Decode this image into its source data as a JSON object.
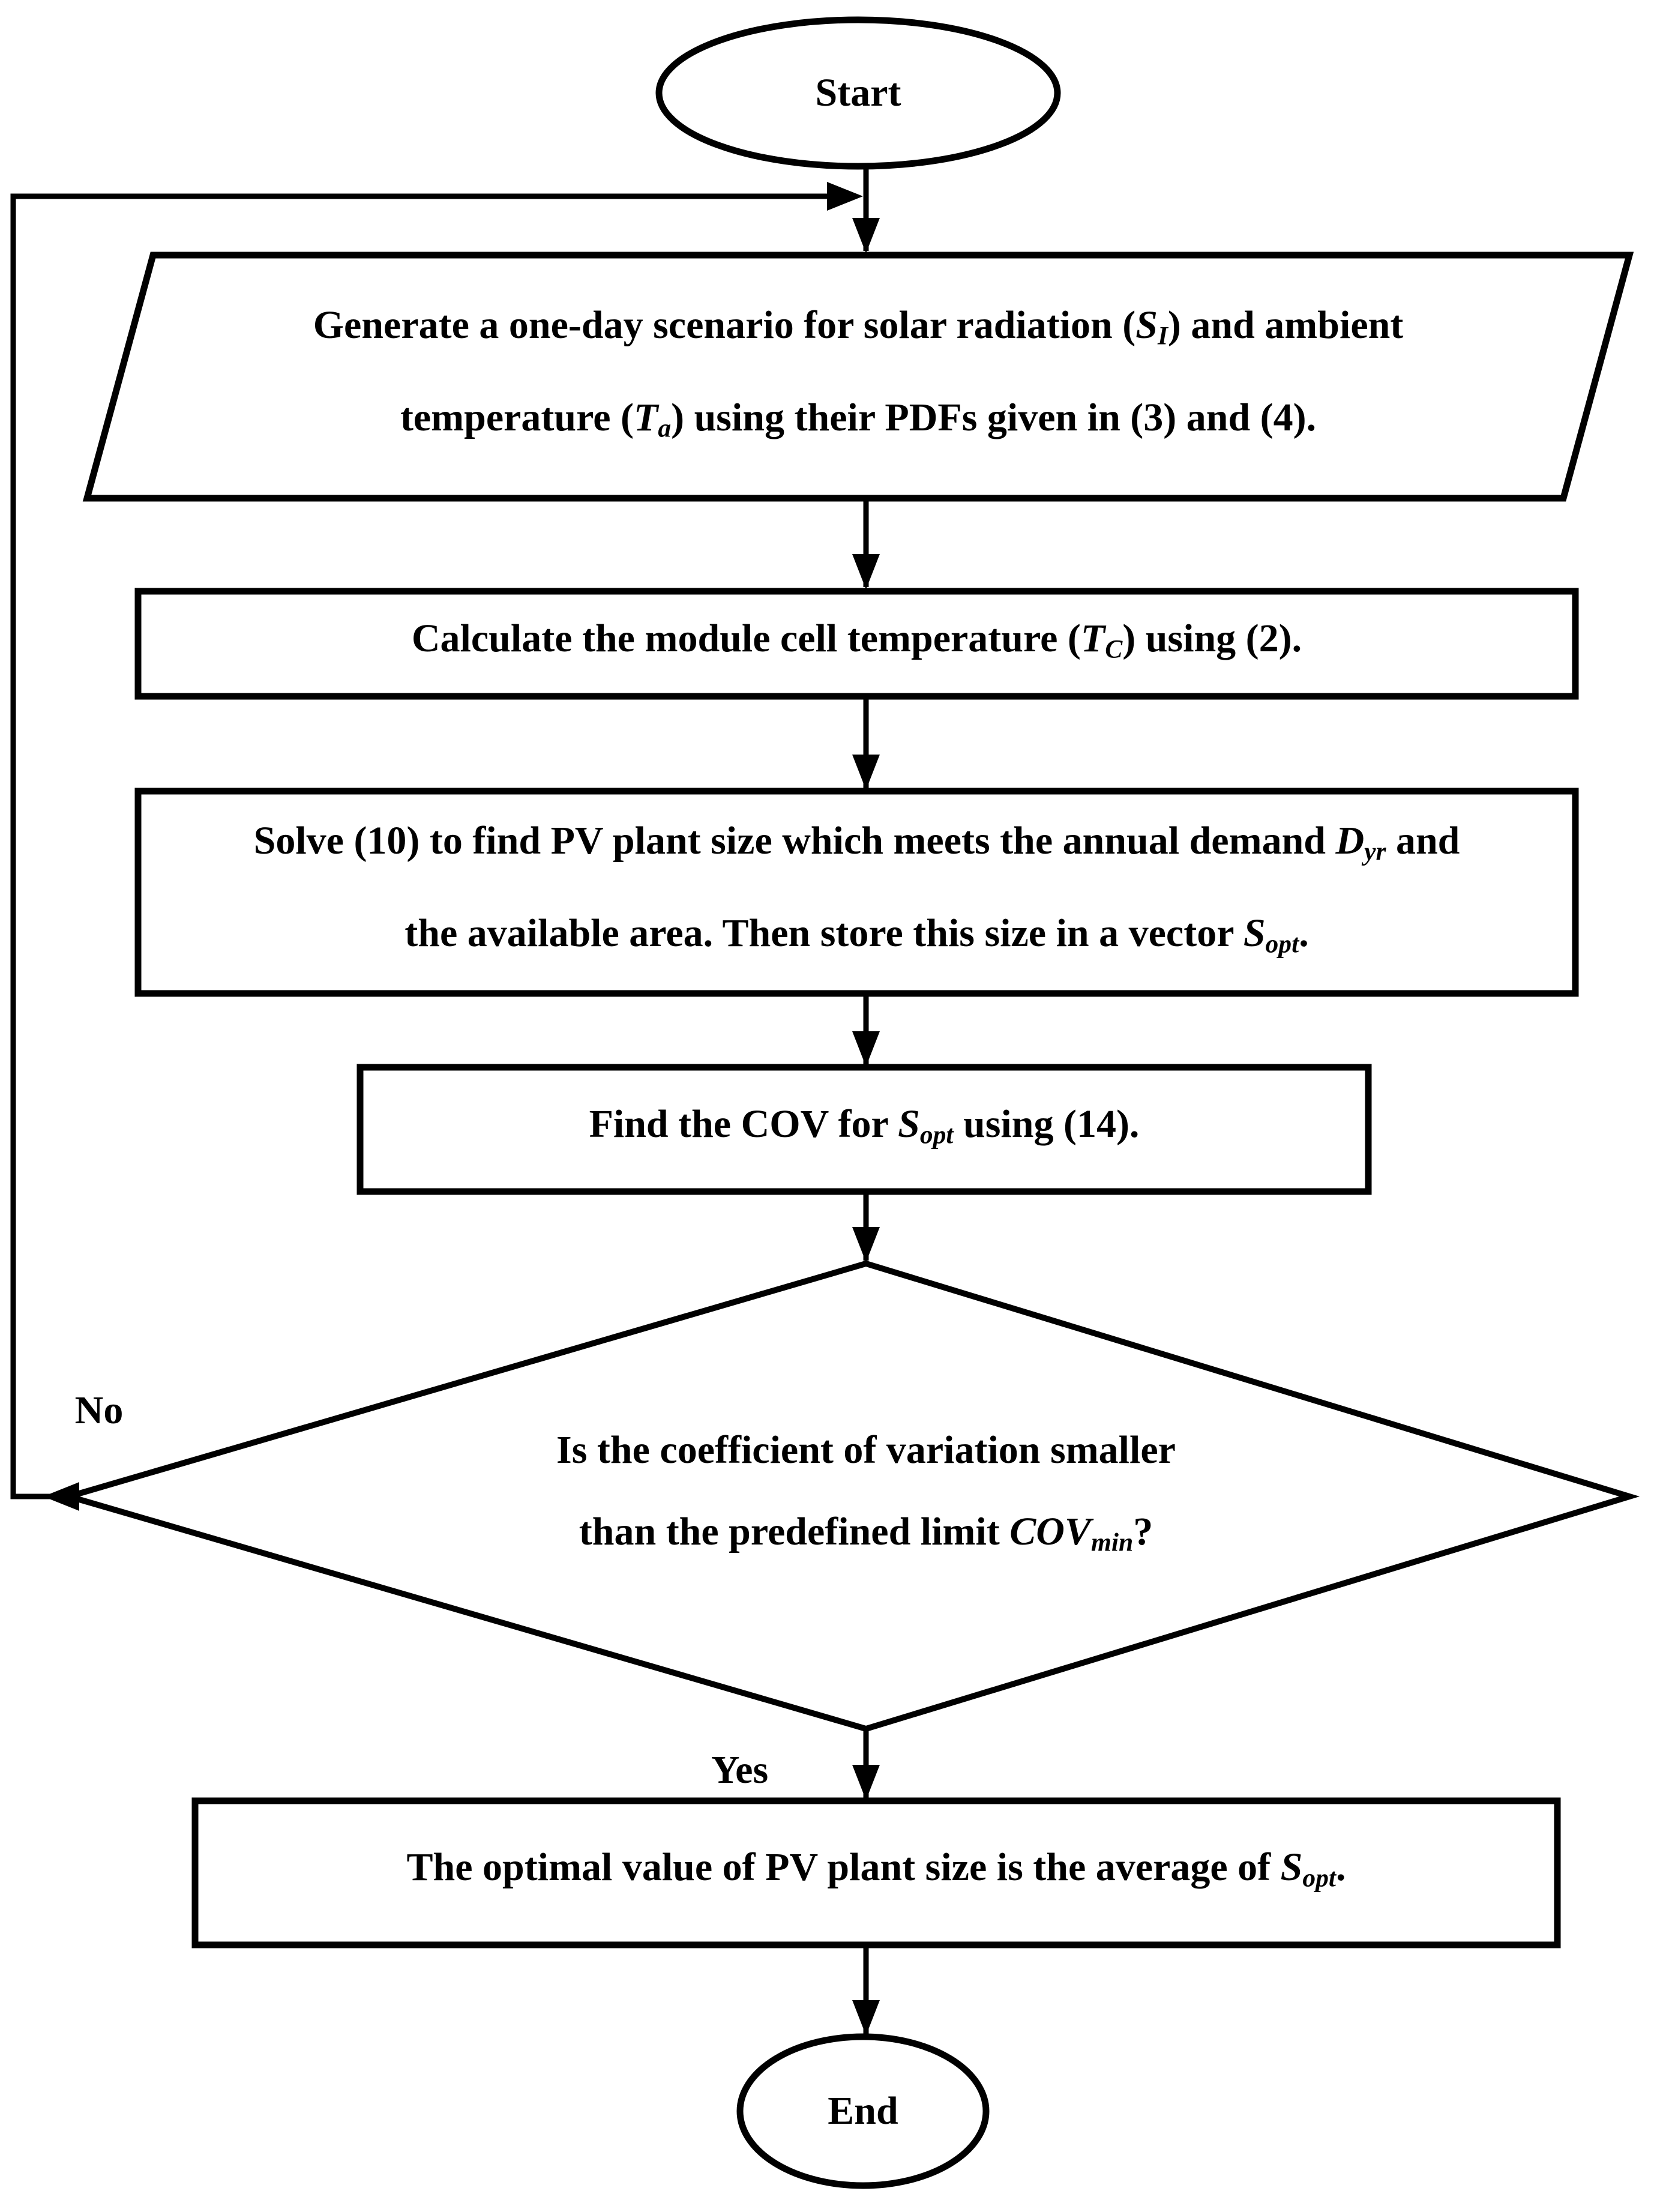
{
  "figure": {
    "type": "flowchart",
    "ink_color": "#000000",
    "background_color": "#ffffff"
  },
  "nodes": {
    "start": {
      "label": "Start"
    },
    "generate": {
      "lines": [
        [
          {
            "t": "Generate a one-day scenario for solar radiation ("
          },
          {
            "t": "S",
            "s": "i"
          },
          {
            "t": "I",
            "s": "sub"
          },
          {
            "t": ") and ambient"
          }
        ],
        [
          {
            "t": "temperature ("
          },
          {
            "t": "T",
            "s": "i"
          },
          {
            "t": "a",
            "s": "sub"
          },
          {
            "t": ") using their PDFs given in (3) and (4)."
          }
        ]
      ]
    },
    "calculate": {
      "lines": [
        [
          {
            "t": "Calculate the module cell temperature ("
          },
          {
            "t": "T",
            "s": "i"
          },
          {
            "t": "C",
            "s": "sub"
          },
          {
            "t": ") using (2)."
          }
        ]
      ]
    },
    "solve": {
      "lines": [
        [
          {
            "t": "Solve (10) to find PV plant size which meets the annual demand "
          },
          {
            "t": "D",
            "s": "i"
          },
          {
            "t": "yr",
            "s": "sub"
          },
          {
            "t": " and"
          }
        ],
        [
          {
            "t": "the available area. Then store this size in a vector "
          },
          {
            "t": "S",
            "s": "i"
          },
          {
            "t": "opt",
            "s": "sub"
          },
          {
            "t": "."
          }
        ]
      ]
    },
    "cov": {
      "lines": [
        [
          {
            "t": "Find the COV for "
          },
          {
            "t": "S",
            "s": "i"
          },
          {
            "t": "opt",
            "s": "sub"
          },
          {
            "t": " using (14)."
          }
        ]
      ]
    },
    "decision": {
      "lines": [
        [
          {
            "t": "Is the coefficient of variation smaller"
          }
        ],
        [
          {
            "t": "than the predefined limit "
          },
          {
            "t": "COV",
            "s": "i"
          },
          {
            "t": "min",
            "s": "sub"
          },
          {
            "t": "?"
          }
        ]
      ]
    },
    "optimal": {
      "lines": [
        [
          {
            "t": "The optimal value of PV plant size is the average of "
          },
          {
            "t": "S",
            "s": "i"
          },
          {
            "t": "opt",
            "s": "sub"
          },
          {
            "t": "."
          }
        ]
      ]
    },
    "end": {
      "label": "End"
    }
  },
  "edges": {
    "no_label": "No",
    "yes_label": "Yes"
  }
}
